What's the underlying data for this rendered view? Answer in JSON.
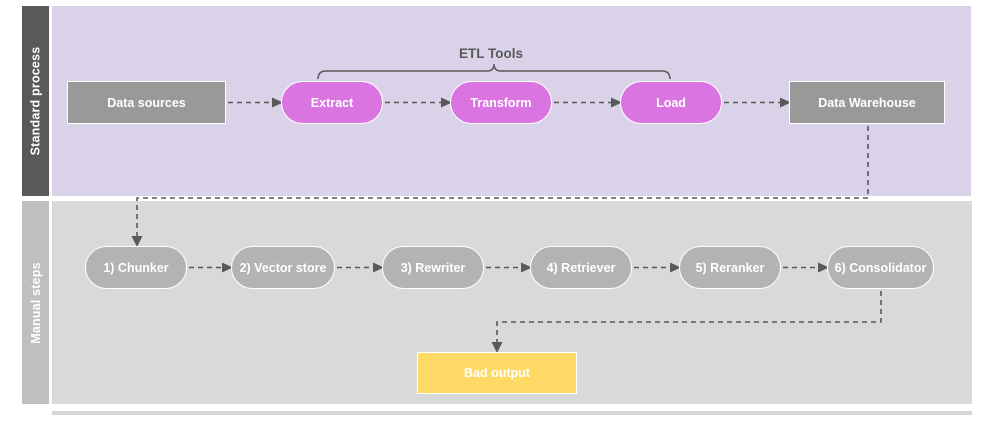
{
  "diagram": {
    "title": "ETL and manual RAG pipeline swimlane diagram",
    "colors": {
      "lane_top_header": "#595959",
      "lane_top_body": "#d9d2e9",
      "lane_bottom_header": "#bfbfbf",
      "lane_bottom_body": "#d9d9d9",
      "grey_node": "#999999",
      "grey_light_node": "#b3b3b3",
      "magenta_node": "#d974e0",
      "yellow_node": "#ffd966",
      "connector": "#595959"
    }
  },
  "lanes": [
    {
      "id": "standard-process",
      "label": "Standard process"
    },
    {
      "id": "manual-steps",
      "label": "Manual steps"
    }
  ],
  "annotations": {
    "etl_bracket_label": "ETL Tools"
  },
  "standard_process": {
    "nodes": [
      {
        "id": "data-sources",
        "label": "Data sources",
        "shape": "rect",
        "color": "#999999"
      },
      {
        "id": "extract",
        "label": "Extract",
        "shape": "pill",
        "color": "#d974e0"
      },
      {
        "id": "transform",
        "label": "Transform",
        "shape": "pill",
        "color": "#d974e0"
      },
      {
        "id": "load",
        "label": "Load",
        "shape": "pill",
        "color": "#d974e0"
      },
      {
        "id": "data-warehouse",
        "label": "Data Warehouse",
        "shape": "rect",
        "color": "#999999"
      }
    ]
  },
  "manual_steps": {
    "nodes": [
      {
        "id": "chunker",
        "label": "1) Chunker",
        "shape": "pill",
        "color": "#b3b3b3"
      },
      {
        "id": "vector-store",
        "label": "2) Vector store",
        "shape": "pill",
        "color": "#b3b3b3"
      },
      {
        "id": "rewriter",
        "label": "3) Rewriter",
        "shape": "pill",
        "color": "#b3b3b3"
      },
      {
        "id": "retriever",
        "label": "4) Retriever",
        "shape": "pill",
        "color": "#b3b3b3"
      },
      {
        "id": "reranker",
        "label": "5) Reranker",
        "shape": "pill",
        "color": "#b3b3b3"
      },
      {
        "id": "consolidator",
        "label": "6) Consolidator",
        "shape": "pill",
        "color": "#b3b3b3"
      },
      {
        "id": "bad-output",
        "label": "Bad output",
        "shape": "rect",
        "color": "#ffd966"
      }
    ]
  },
  "connectors": [
    {
      "from": "data-sources",
      "to": "extract",
      "style": "dashed-arrow"
    },
    {
      "from": "extract",
      "to": "transform",
      "style": "dashed-arrow"
    },
    {
      "from": "transform",
      "to": "load",
      "style": "dashed-arrow"
    },
    {
      "from": "load",
      "to": "data-warehouse",
      "style": "dashed-arrow"
    },
    {
      "from": "data-warehouse",
      "to": "chunker",
      "style": "dashed-arrow-elbow"
    },
    {
      "from": "chunker",
      "to": "vector-store",
      "style": "dashed-arrow"
    },
    {
      "from": "vector-store",
      "to": "rewriter",
      "style": "dashed-arrow"
    },
    {
      "from": "rewriter",
      "to": "retriever",
      "style": "dashed-arrow"
    },
    {
      "from": "retriever",
      "to": "reranker",
      "style": "dashed-arrow"
    },
    {
      "from": "reranker",
      "to": "consolidator",
      "style": "dashed-arrow"
    },
    {
      "from": "consolidator",
      "to": "bad-output",
      "style": "dashed-arrow-elbow"
    }
  ]
}
